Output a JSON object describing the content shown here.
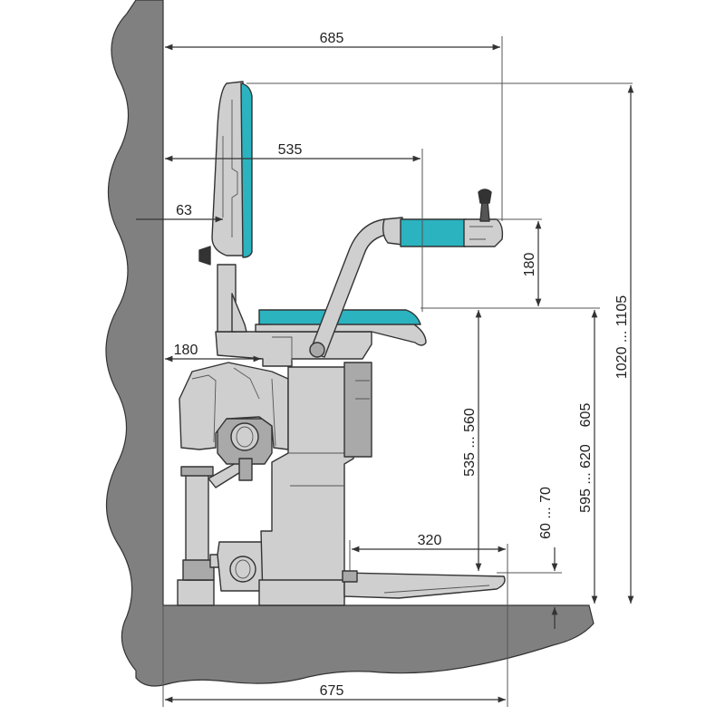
{
  "colors": {
    "wall": "#808080",
    "body": "#cfcfcf",
    "body_dark": "#a9a9a9",
    "accent": "#2bb3c0",
    "line": "#333333"
  },
  "dimensions": {
    "overall_depth": "685",
    "backrest_to_armrest": "535",
    "backrest_offset": "63",
    "rail_offset": "180",
    "armrest_height": "180",
    "overall_height": "1020 ... 1105",
    "seat_height": "595 ... 620",
    "seat_height_alt": "605",
    "seat_to_footrest": "535 ... 560",
    "footrest_height": "60 ... 70",
    "footrest_depth": "320",
    "folded_depth": "675"
  }
}
